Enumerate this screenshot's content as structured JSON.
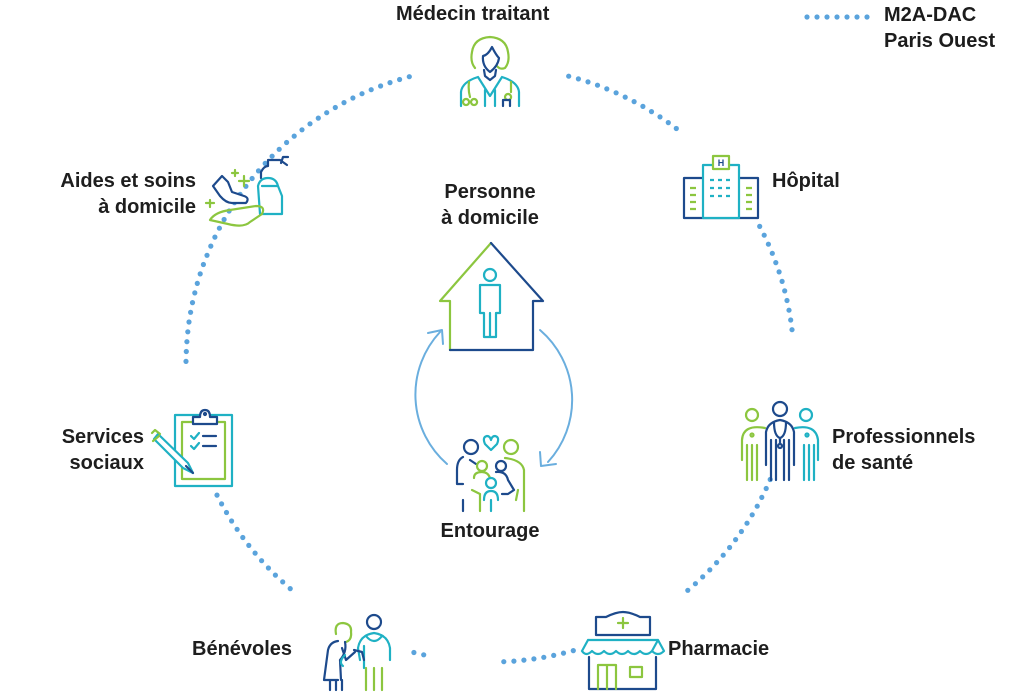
{
  "legend": {
    "line_label_1": "M2A-DAC",
    "line_label_2": "Paris Ouest",
    "line_color": "#5aa3dc"
  },
  "center": {
    "top_label_1": "Personne",
    "top_label_2": "à domicile",
    "bottom_label": "Entourage"
  },
  "nodes": [
    {
      "id": "medecin",
      "label_1": "Médecin traitant",
      "label_2": "",
      "icon": "doctor-icon"
    },
    {
      "id": "hopital",
      "label_1": "Hôpital",
      "label_2": "",
      "icon": "hospital-icon"
    },
    {
      "id": "professionnels",
      "label_1": "Professionnels",
      "label_2": "de santé",
      "icon": "health-professionals-icon"
    },
    {
      "id": "pharmacie",
      "label_1": "Pharmacie",
      "label_2": "",
      "icon": "pharmacy-icon"
    },
    {
      "id": "benevoles",
      "label_1": "Bénévoles",
      "label_2": "",
      "icon": "volunteers-icon"
    },
    {
      "id": "services",
      "label_1": "Services",
      "label_2": "sociaux",
      "icon": "clipboard-icon"
    },
    {
      "id": "aides",
      "label_1": "Aides et soins",
      "label_2": "à domicile",
      "icon": "home-care-icon"
    }
  ],
  "colors": {
    "dots": "#5aa3dc",
    "navy": "#1d4a8c",
    "green": "#8cc63f",
    "teal": "#1fb1c4",
    "arrow": "#6aaede",
    "text": "#1e1e1e"
  }
}
